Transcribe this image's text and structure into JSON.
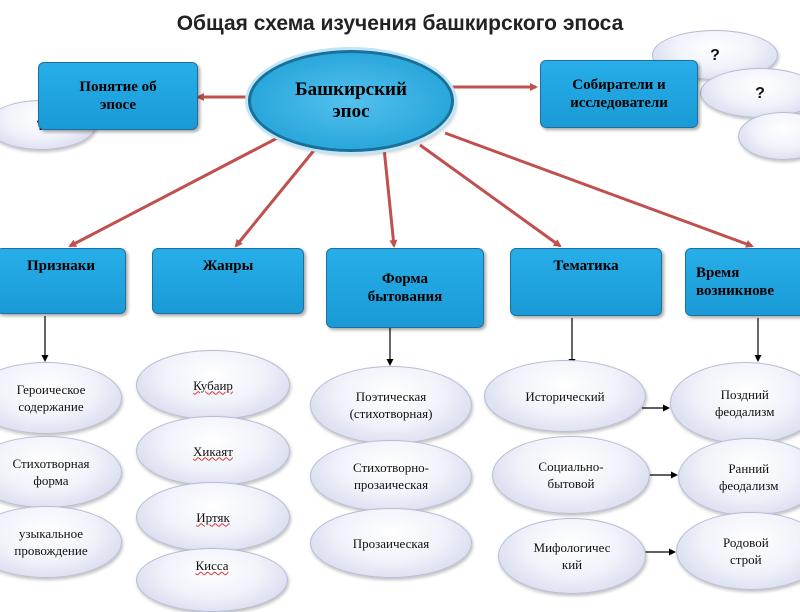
{
  "title": "Общая схема изучения башкирского эпоса",
  "center": "Башкирский\nэпос",
  "concept": "Понятие об\nэпосе",
  "collectors": "Собиратели и\nисследователи",
  "question_mark": "?",
  "categories": {
    "signs": "Признаки",
    "genres": "Жанры",
    "form": "Форма\nбытования",
    "themes": "Тематика",
    "time": "Время\nвозникнове"
  },
  "signs_items": [
    "Героическое\nсодержание",
    "Стихотворная\nформа",
    "узыкальное\nпровождение"
  ],
  "genres_items": [
    "Кубаир",
    "Хикаят",
    "Иртяк",
    "Кисса"
  ],
  "form_items": [
    "Поэтическая\n(стихотворная)",
    "Стихотворно-\nпрозаическая",
    "Прозаическая"
  ],
  "themes_items": [
    "Исторический",
    "Социально-\nбытовой",
    "Мифологичес\nкий"
  ],
  "time_items": [
    "Поздний\nфеодализм",
    "Ранний\nфеодализм",
    "Родовой\nстрой"
  ],
  "colors": {
    "box": "#1a9ad6",
    "arrow_red": "#c0504d",
    "arrow_black": "#000000"
  }
}
